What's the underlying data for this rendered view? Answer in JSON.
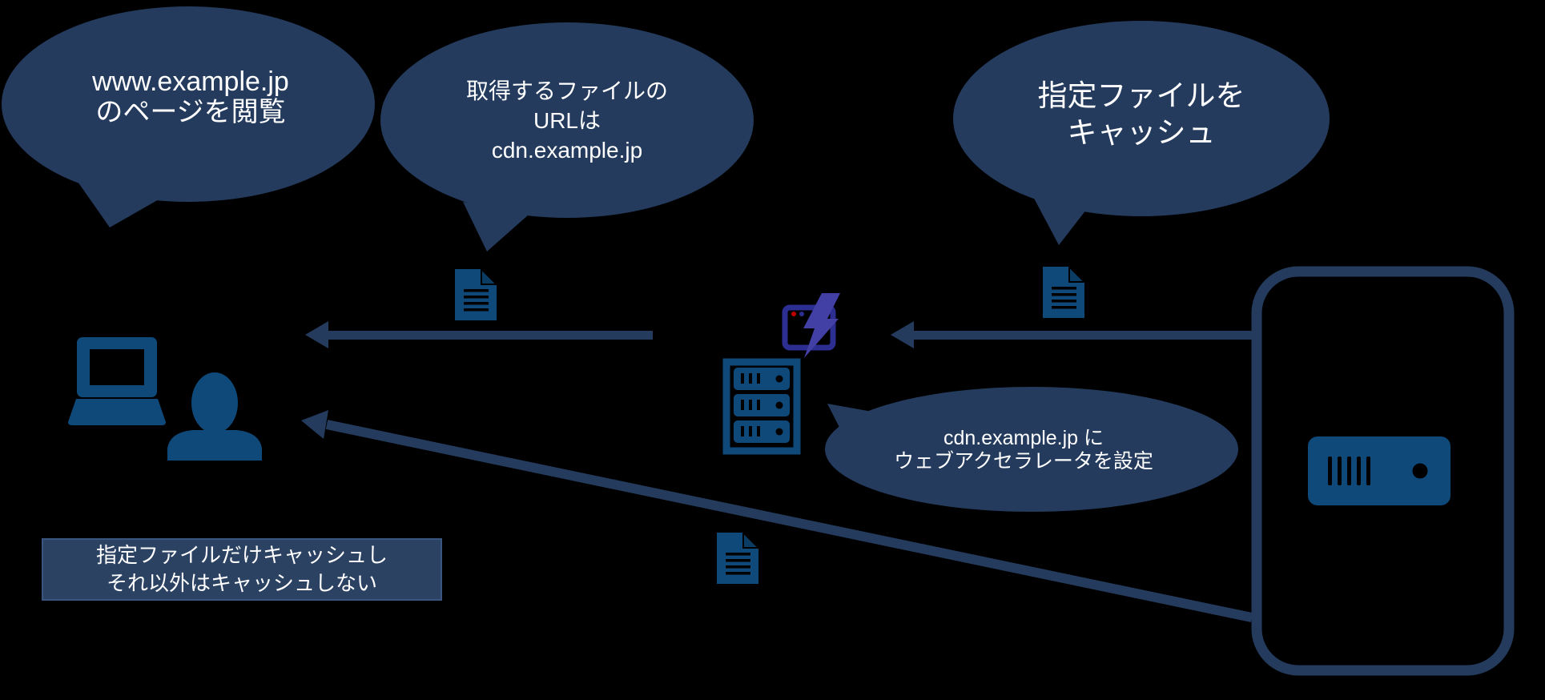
{
  "diagram_title": "CDN web accelerator caching flow",
  "colors": {
    "background": "#000000",
    "bubble_navy": "#243B5E",
    "arrow_navy": "#243B5E",
    "icon_blue": "#0E4979",
    "note_box_fill": "#2B4263",
    "accelerator_window_purple": "#2C2E92",
    "accelerator_bolt_purple": "#4340A5",
    "browser_dot_red": "#C00000",
    "text_white": "#FFFFFF"
  },
  "bubbles": {
    "browse": {
      "lines": [
        "www.example.jp",
        "のページを閲覧"
      ]
    },
    "file_url": {
      "lines": [
        "取得するファイルの",
        "URLは",
        "cdn.example.jp"
      ]
    },
    "cache_directive": {
      "lines": [
        "指定ファイルを",
        "キャッシュ"
      ]
    },
    "accelerator": {
      "lines": [
        "cdn.example.jp に",
        "ウェブアクセラレータを設定"
      ]
    }
  },
  "note_box": {
    "lines": [
      "指定ファイルだけキャッシュし",
      "それ以外はキャッシュしない"
    ]
  },
  "icons": {
    "laptop-icon": "laptop computer",
    "user-icon": "person silhouette",
    "document-icon": "file page with folded corner",
    "web-accelerator-icon": "browser window with lightning bolt",
    "cache-server-icon": "server rack with three units",
    "origin-server-icon": "single server unit",
    "origin-boundary": "rounded rectangle outline"
  }
}
